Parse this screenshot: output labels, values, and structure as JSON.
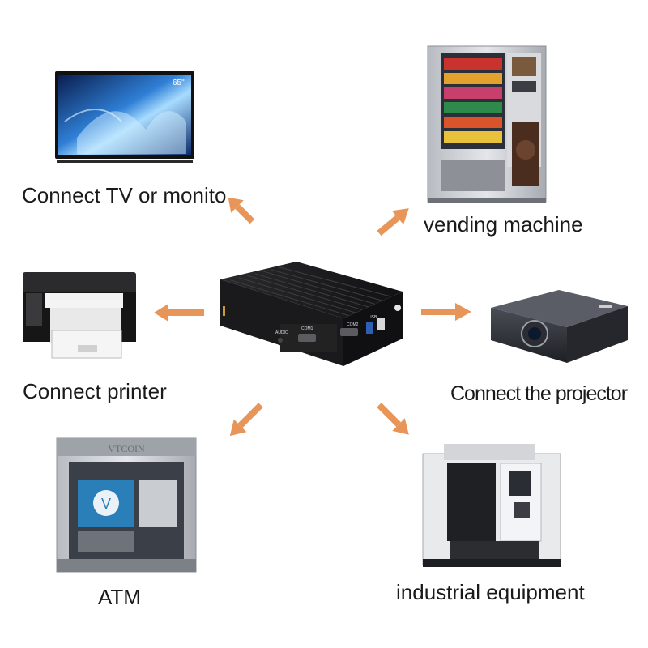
{
  "labels": {
    "tv": "Connect TV or monito",
    "vending": "vending machine",
    "printer": "Connect printer",
    "projector": "Connect the projector",
    "atm": "ATM",
    "industrial": "industrial equipment"
  },
  "tv_screen_text": "65\"",
  "atm_brand": "VTCOIN",
  "atm_logo": "V",
  "minipc_ports": {
    "audio": "AUDIO",
    "com1": "COM1",
    "com2": "COM2",
    "usb": "USB"
  },
  "colors": {
    "arrow": "#e8955a",
    "device_body": "#1c1c1e",
    "text": "#1a1a1a"
  }
}
